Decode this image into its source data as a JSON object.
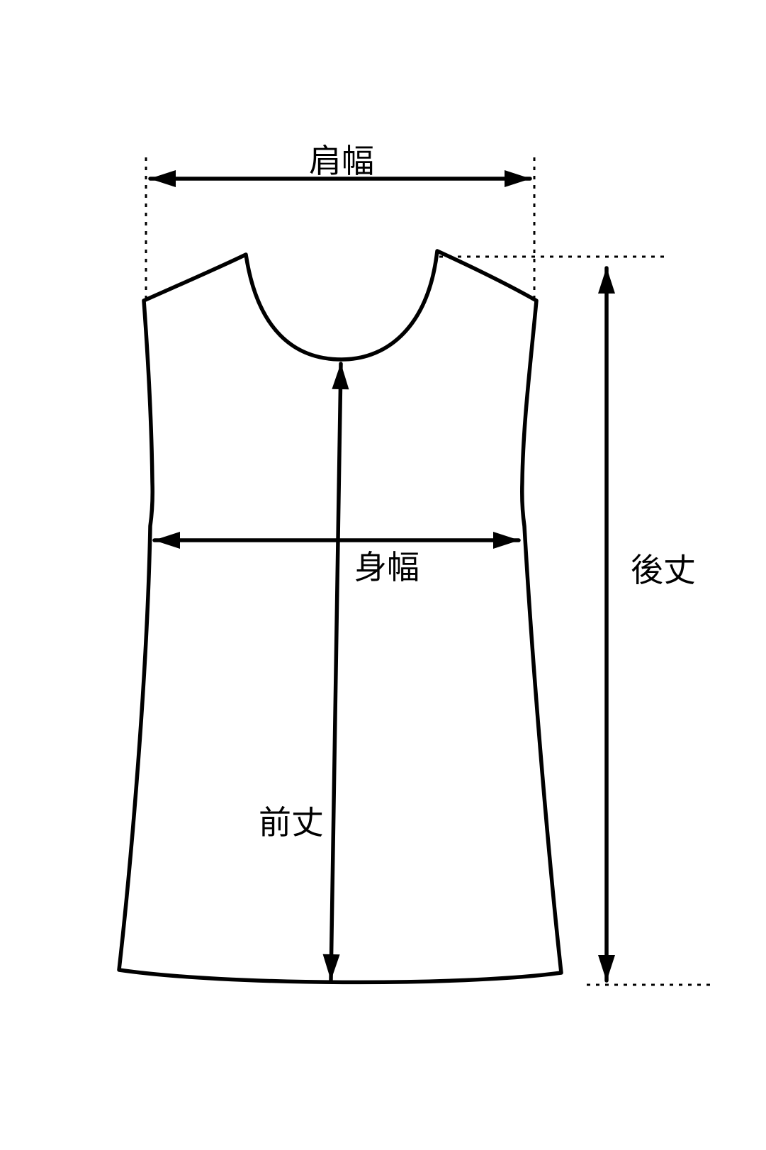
{
  "diagram": {
    "title": "garment measurement diagram",
    "garment": "sleeveless tunic / dress outline",
    "labels": {
      "shoulder_width": "肩幅",
      "body_width": "身幅",
      "front_length": "前丈",
      "back_length": "後丈"
    },
    "colors": {
      "line": "#000000",
      "background": "#ffffff"
    }
  }
}
